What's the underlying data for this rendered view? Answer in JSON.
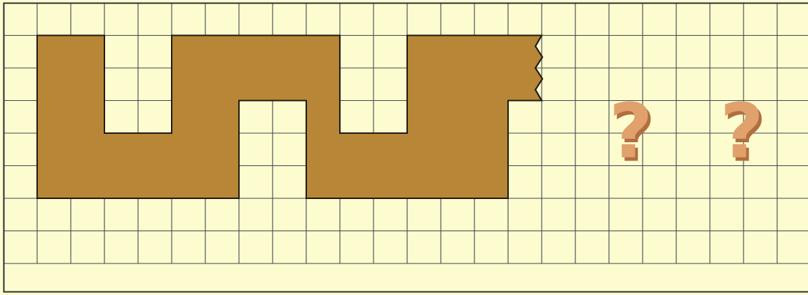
{
  "colors": {
    "paper": "#fdfccf",
    "grid_line": "#3f4650",
    "frame": "#2b2f35",
    "strip_fill": "#b78636",
    "strip_outline": "#1f1a10",
    "question_mark": "#e0a16c",
    "question_mark_shadow": "#b26e3f"
  },
  "grid": {
    "columns": 24,
    "rows": 8,
    "column_width": 48,
    "row_height": 46.5
  },
  "strip": {
    "outline_cells": [
      [
        1,
        1
      ],
      [
        3,
        1
      ],
      [
        3,
        4
      ],
      [
        5,
        4
      ],
      [
        5,
        1
      ],
      [
        10,
        1
      ],
      [
        10,
        4
      ],
      [
        12,
        4
      ],
      [
        12,
        1
      ],
      [
        16,
        1
      ],
      [
        16,
        3
      ],
      [
        15,
        3
      ],
      [
        15,
        6
      ],
      [
        9,
        6
      ],
      [
        9,
        3
      ],
      [
        7,
        3
      ],
      [
        7,
        6
      ],
      [
        1,
        6
      ]
    ],
    "torn_edge": "zigzag",
    "pattern_shape": "square-wave"
  },
  "question_marks": [
    {
      "glyph": "?",
      "cell": [
        18.65,
        4.1
      ]
    },
    {
      "glyph": "?",
      "cell": [
        21.95,
        4.1
      ]
    }
  ]
}
